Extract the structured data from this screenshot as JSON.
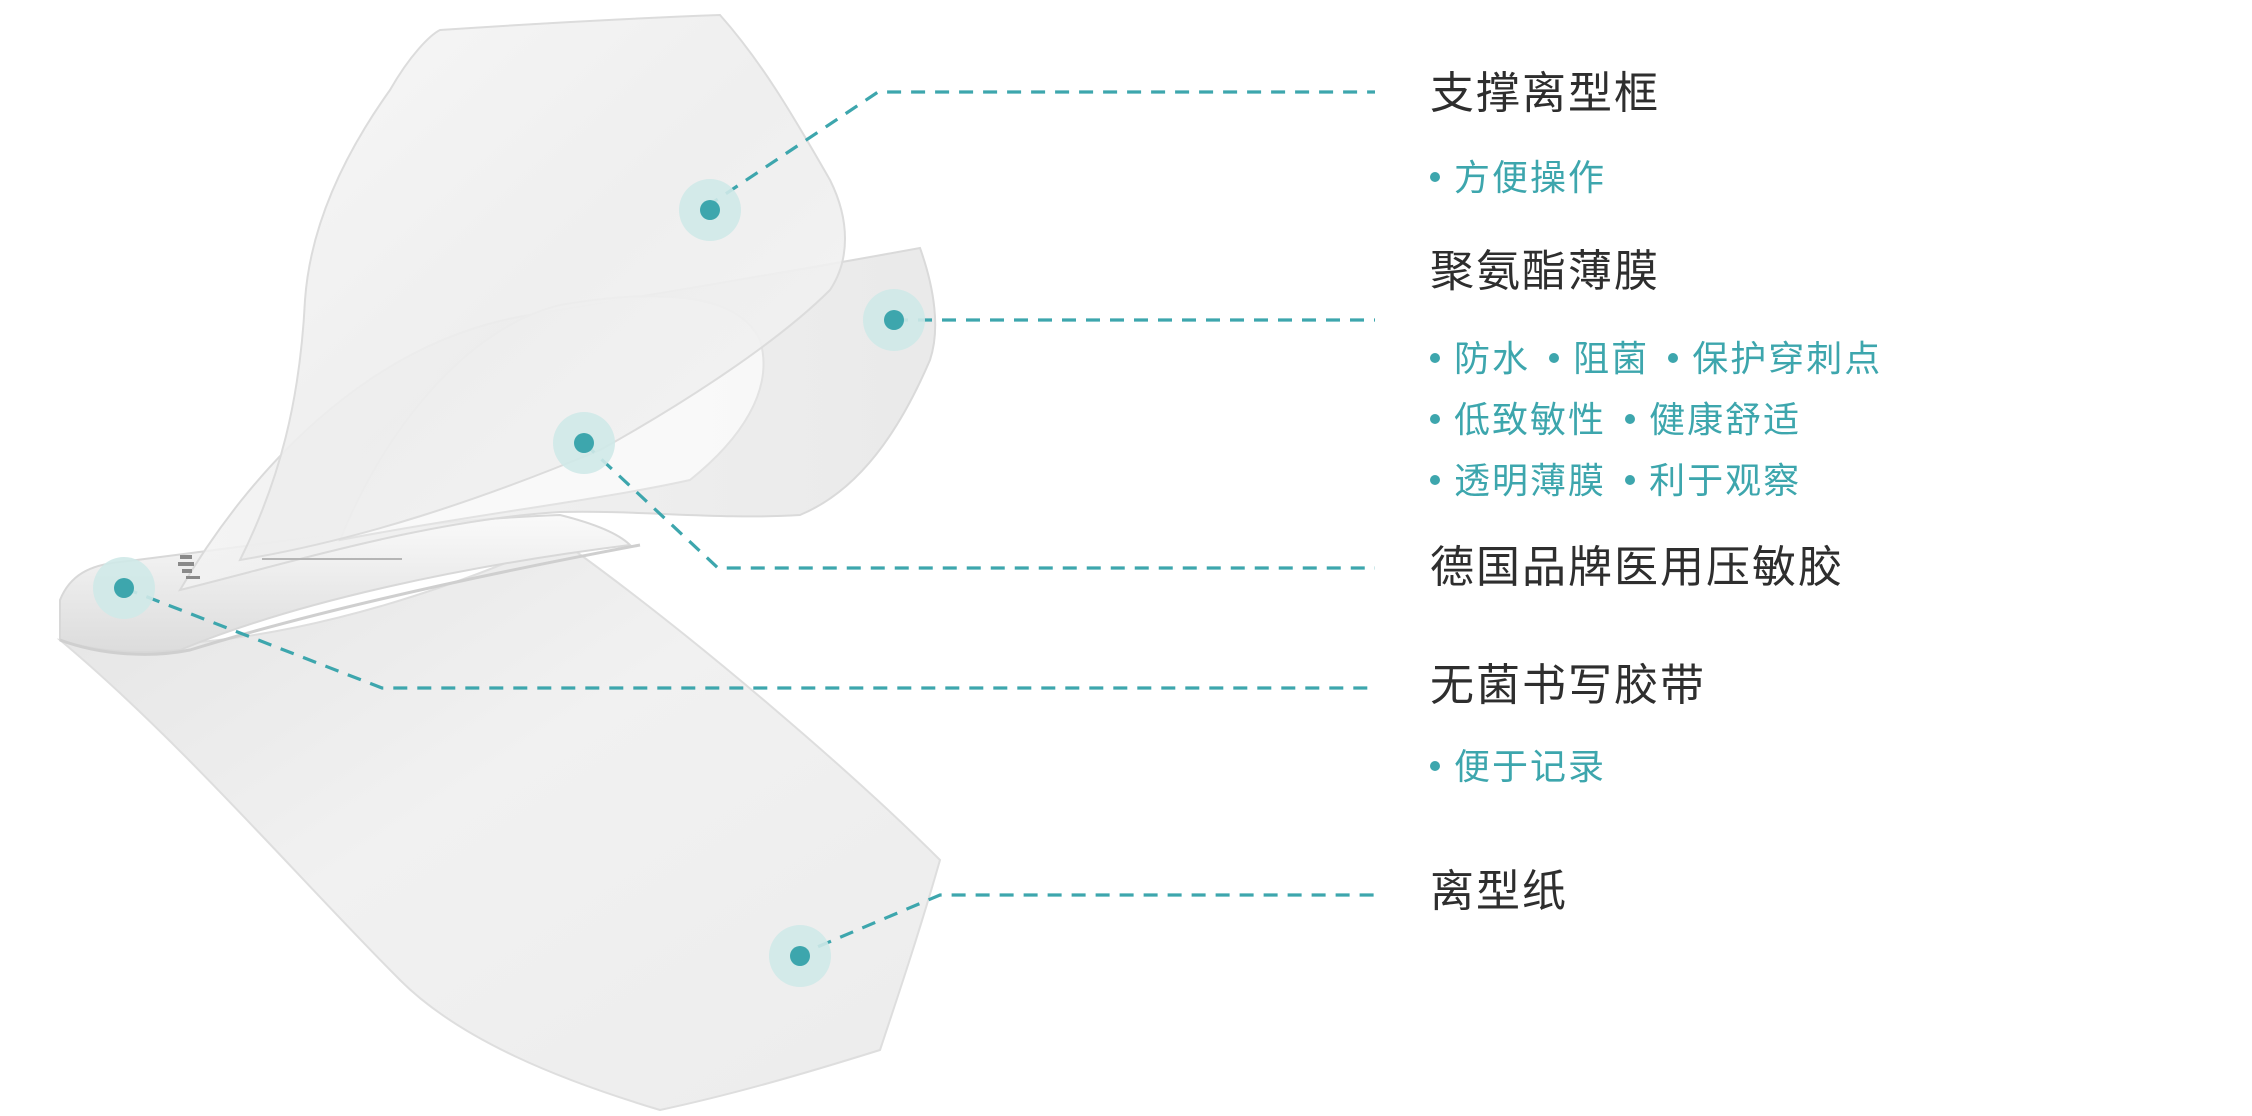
{
  "colors": {
    "accent": "#3da6ad",
    "marker_halo": "#cfe9e8",
    "text": "#2e2e2e",
    "layer_fill": "#eeeeee"
  },
  "layers": [
    {
      "label": "支撑离型框",
      "features": [
        [
          "方便操作"
        ]
      ]
    },
    {
      "label": "聚氨酯薄膜",
      "features": [
        [
          "防水",
          "阻菌",
          "保护穿刺点"
        ],
        [
          "低致敏性",
          "健康舒适"
        ],
        [
          "透明薄膜",
          "利于观察"
        ]
      ]
    },
    {
      "label": "德国品牌医用压敏胶",
      "features": []
    },
    {
      "label": "无菌书写胶带",
      "features": [
        [
          "便于记录"
        ]
      ]
    },
    {
      "label": "离型纸",
      "features": []
    }
  ]
}
